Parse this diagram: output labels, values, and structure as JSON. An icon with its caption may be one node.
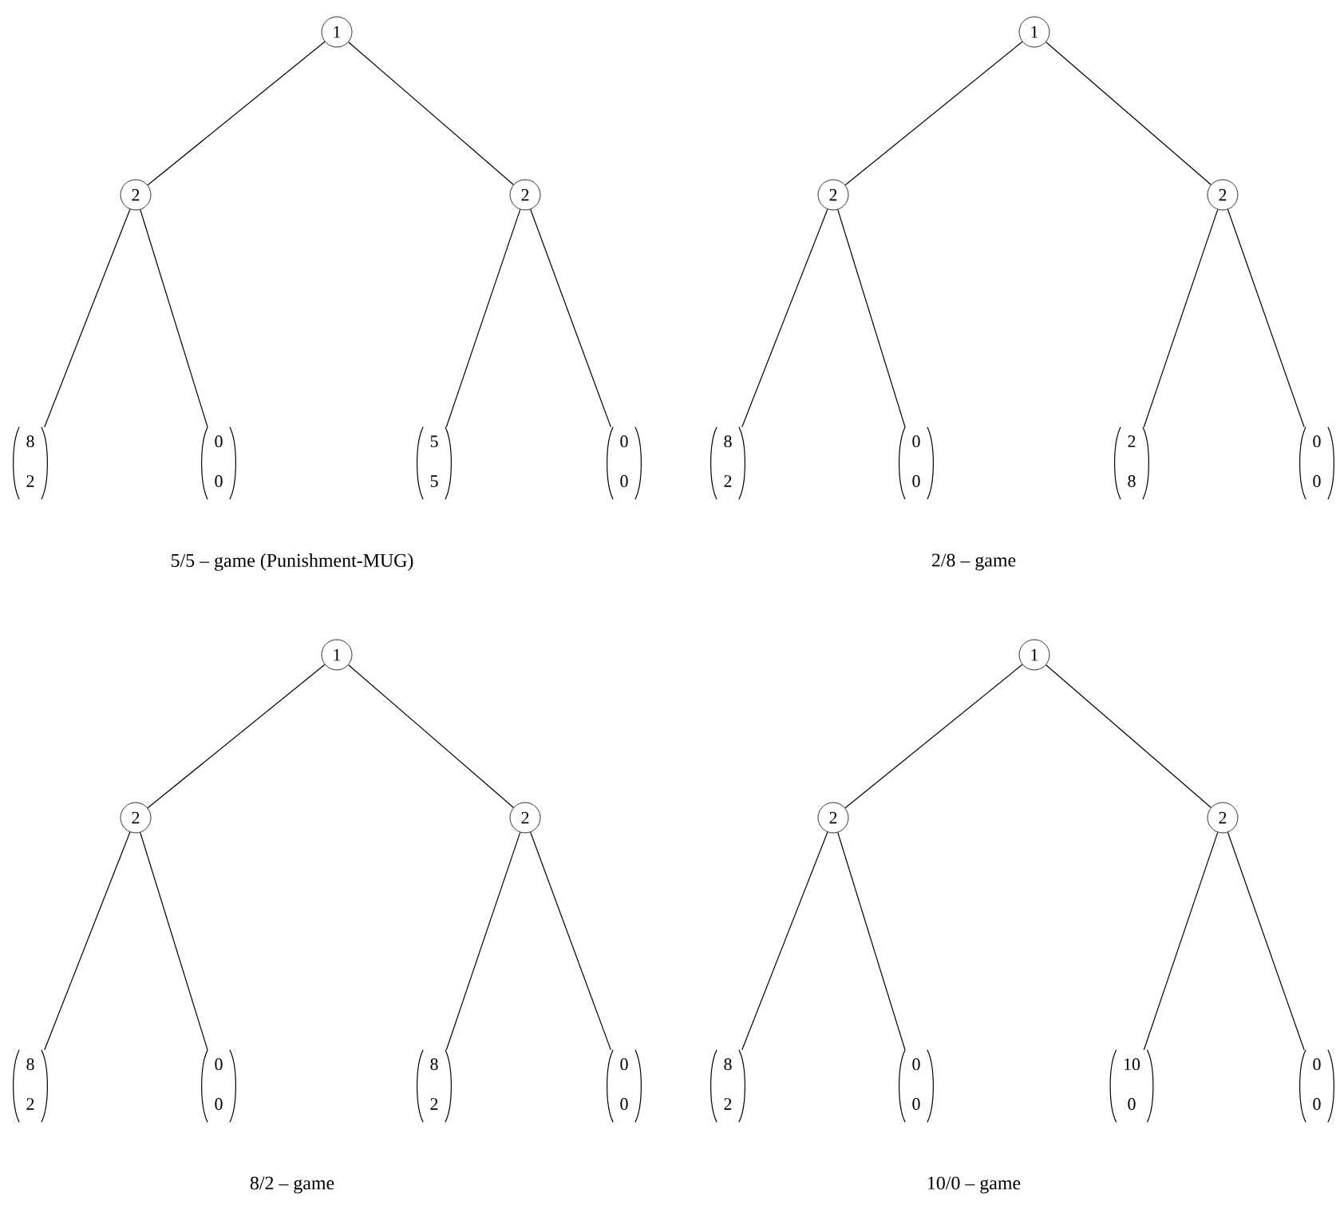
{
  "diagram": {
    "nodes": [
      {
        "text": [
          "1"
        ]
      },
      {
        "text": [
          "2"
        ]
      },
      {
        "text": [
          "2"
        ]
      },
      {
        "text": [
          "8",
          "2"
        ]
      },
      {
        "text": [
          "0",
          "0"
        ]
      },
      {
        "text": [
          "5",
          "5"
        ]
      },
      {
        "text": [
          "0",
          "0"
        ]
      },
      {
        "text": [
          "1"
        ]
      },
      {
        "text": [
          "2"
        ]
      },
      {
        "text": [
          "2"
        ]
      },
      {
        "text": [
          "8",
          "2"
        ]
      },
      {
        "text": [
          "0",
          "0"
        ]
      },
      {
        "text": [
          "2",
          "8"
        ]
      },
      {
        "text": [
          "0",
          "0"
        ]
      },
      {
        "text": [
          "1"
        ]
      },
      {
        "text": [
          "2"
        ]
      },
      {
        "text": [
          "2"
        ]
      },
      {
        "text": [
          "8",
          "2"
        ]
      },
      {
        "text": [
          "0",
          "0"
        ]
      },
      {
        "text": [
          "8",
          "2"
        ]
      },
      {
        "text": [
          "0",
          "0"
        ]
      },
      {
        "text": [
          "1"
        ]
      },
      {
        "text": [
          "2"
        ]
      },
      {
        "text": [
          "2"
        ]
      },
      {
        "text": [
          "8",
          "2"
        ]
      },
      {
        "text": [
          "0",
          "0"
        ]
      },
      {
        "text": [
          "10",
          "0"
        ]
      },
      {
        "text": [
          "0",
          "0"
        ]
      }
    ],
    "edges": [
      {
        "from": 0,
        "to": 1,
        "arrow": "none"
      },
      {
        "from": 0,
        "to": 2,
        "arrow": "none"
      },
      {
        "from": 1,
        "to": 3,
        "arrow": "none"
      },
      {
        "from": 1,
        "to": 4,
        "arrow": "none"
      },
      {
        "from": 2,
        "to": 5,
        "arrow": "none"
      },
      {
        "from": 2,
        "to": 6,
        "arrow": "none"
      },
      {
        "from": 7,
        "to": 8,
        "arrow": "none"
      },
      {
        "from": 7,
        "to": 9,
        "arrow": "none"
      },
      {
        "from": 8,
        "to": 10,
        "arrow": "none"
      },
      {
        "from": 8,
        "to": 11,
        "arrow": "none"
      },
      {
        "from": 9,
        "to": 12,
        "arrow": "none"
      },
      {
        "from": 9,
        "to": 13,
        "arrow": "none"
      },
      {
        "from": 14,
        "to": 15,
        "arrow": "none"
      },
      {
        "from": 14,
        "to": 16,
        "arrow": "none"
      },
      {
        "from": 15,
        "to": 17,
        "arrow": "none"
      },
      {
        "from": 15,
        "to": 18,
        "arrow": "none"
      },
      {
        "from": 16,
        "to": 19,
        "arrow": "none"
      },
      {
        "from": 16,
        "to": 20,
        "arrow": "none"
      },
      {
        "from": 21,
        "to": 22,
        "arrow": "none"
      },
      {
        "from": 21,
        "to": 23,
        "arrow": "none"
      },
      {
        "from": 22,
        "to": 24,
        "arrow": "none"
      },
      {
        "from": 22,
        "to": 25,
        "arrow": "none"
      },
      {
        "from": 23,
        "to": 26,
        "arrow": "none"
      },
      {
        "from": 23,
        "to": 27,
        "arrow": "none"
      }
    ],
    "labels": [
      "5/5 – game (Punishment-MUG)",
      "2/8 – game",
      "8/2 – game",
      "10/0 – game"
    ]
  }
}
